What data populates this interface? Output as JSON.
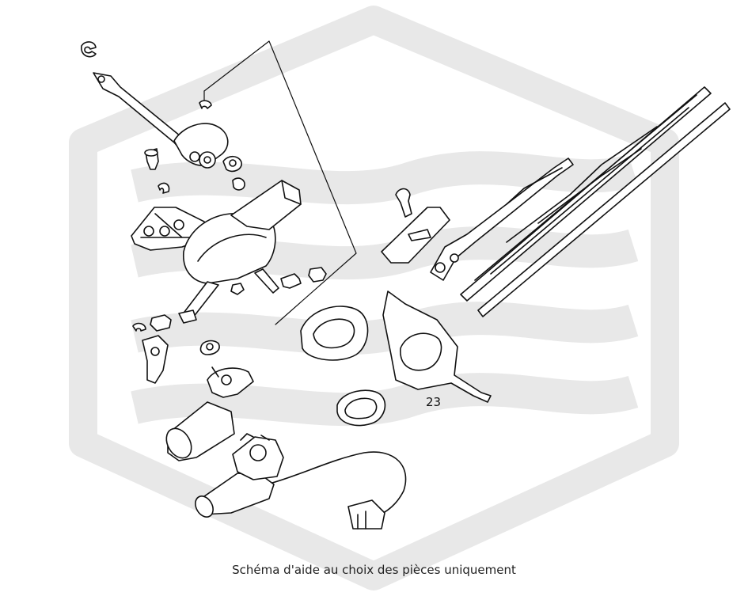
{
  "caption": "Schéma d'aide au choix des pièces uniquement",
  "callouts": [
    {
      "id": "23",
      "label": "23"
    }
  ],
  "watermark": {
    "shape": "hexagon-badge-with-waves",
    "color": "#e9e9e9"
  },
  "diagram": {
    "type": "exploded-parts-diagram",
    "subject": "windscreen wiper assembly",
    "line_color": "#111111"
  }
}
